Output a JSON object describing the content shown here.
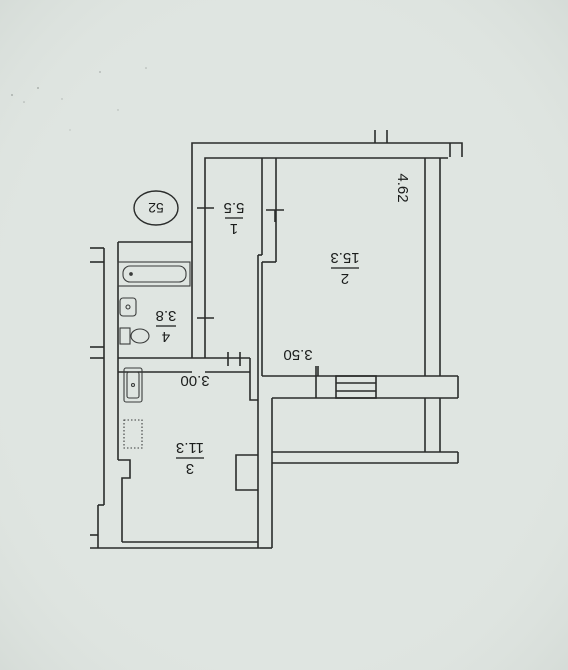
{
  "plan": {
    "rooms": [
      {
        "number": "1",
        "area": "5.5"
      },
      {
        "number": "2",
        "area": "15.3"
      },
      {
        "number": "3",
        "area": "11.3"
      },
      {
        "number": "4",
        "area": "3.8"
      }
    ],
    "dimensions": {
      "dim_4_62": "4.62",
      "dim_3_50": "3.50",
      "dim_3_00": "3.00"
    },
    "apartment_number": "52"
  }
}
